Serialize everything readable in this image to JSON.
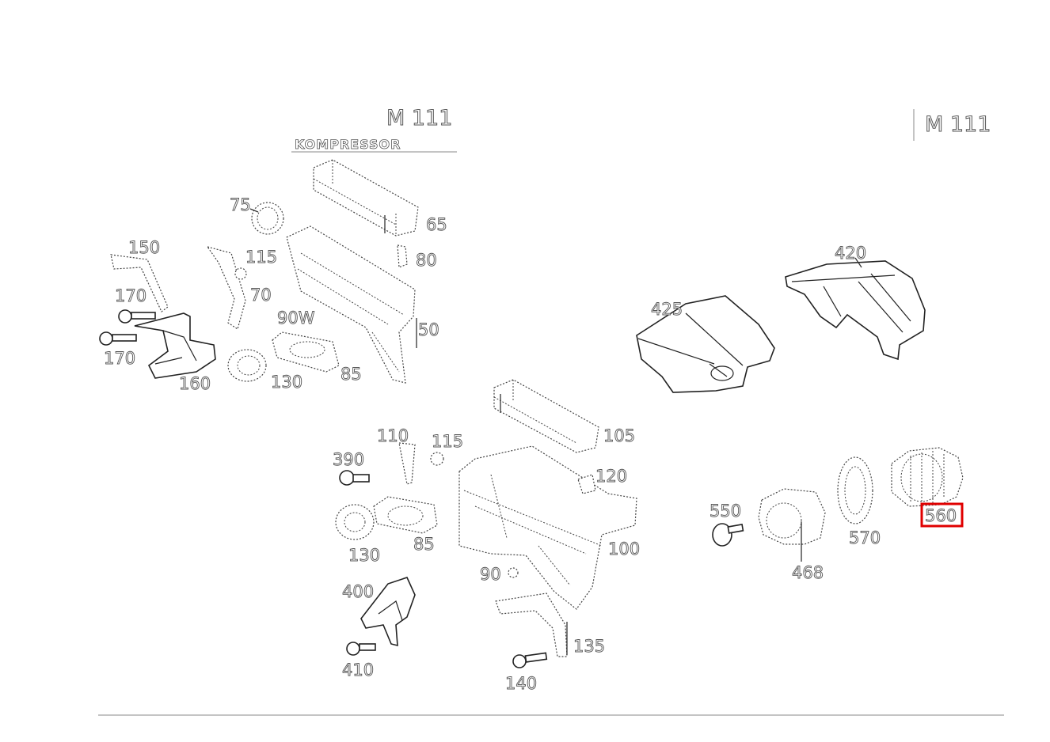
{
  "diagram": {
    "left_group": {
      "title": "M 111",
      "subtitle": "KOMPRESSOR",
      "labels": {
        "p65": "65",
        "p75": "75",
        "p80": "80",
        "p115": "115",
        "p150": "150",
        "p70": "70",
        "p170a": "170",
        "p170b": "170",
        "p90w": "90W",
        "p50": "50",
        "p85": "85",
        "p130": "130",
        "p160": "160"
      }
    },
    "center_group": {
      "labels": {
        "p105": "105",
        "p110": "110",
        "p115": "115",
        "p390": "390",
        "p120": "120",
        "p130": "130",
        "p85": "85",
        "p100": "100",
        "p90": "90",
        "p400": "400",
        "p410": "410",
        "p135": "135",
        "p140": "140"
      }
    },
    "right_group": {
      "title": "M 111",
      "labels": {
        "p420": "420",
        "p425": "425",
        "p550": "550",
        "p468": "468",
        "p570": "570",
        "p560": "560"
      },
      "highlighted_label": "560",
      "highlight_color": "#e00000"
    }
  }
}
